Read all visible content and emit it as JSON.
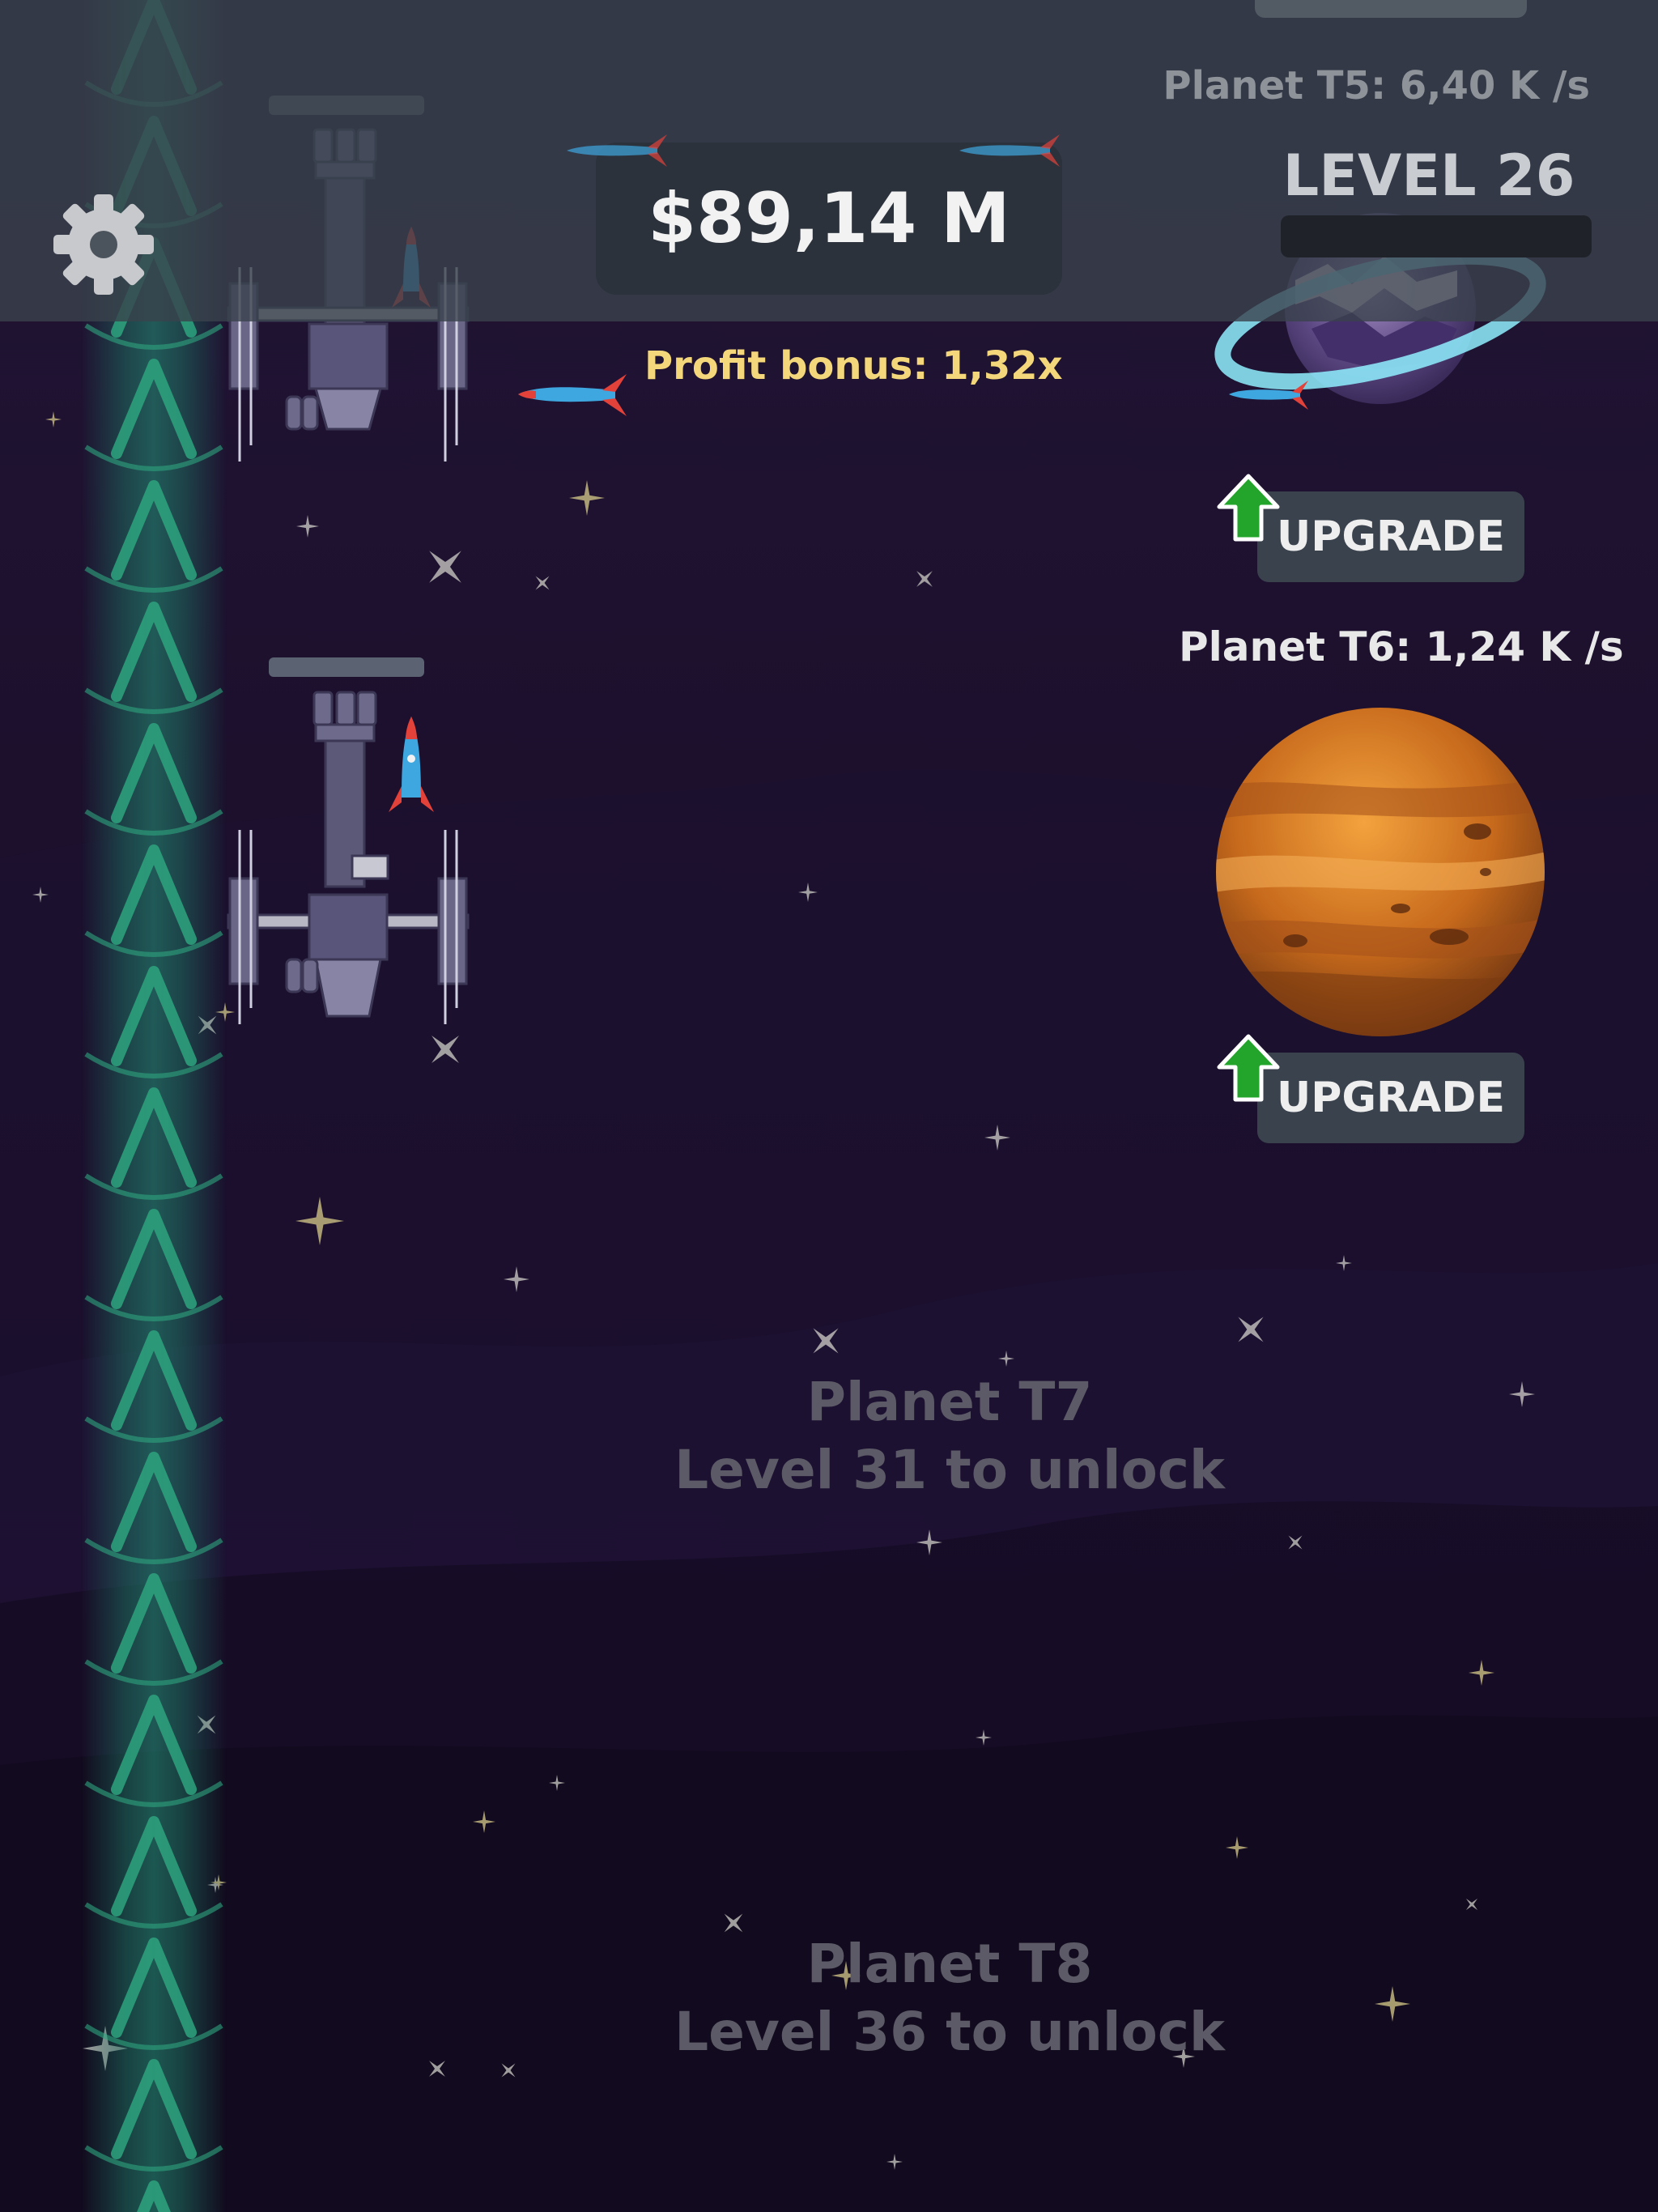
{
  "header": {
    "money": "$89,14 M",
    "level": "LEVEL 26",
    "planet_t5_rate": "Planet T5:  6,40 K /s"
  },
  "bonus": {
    "profit_bonus": "Profit bonus: 1,32x"
  },
  "planets": {
    "t5": {
      "upgrade_label": "UPGRADE"
    },
    "t6": {
      "rate": "Planet T6:  1,24 K /s",
      "upgrade_label": "UPGRADE"
    }
  },
  "locked": {
    "t7": {
      "name": "Planet T7",
      "requirement": "Level 31 to unlock"
    },
    "t8": {
      "name": "Planet T8",
      "requirement": "Level 36 to unlock"
    }
  },
  "icons": {
    "settings": "gear-icon",
    "upgrade": "green-up-arrow-icon"
  },
  "colors": {
    "background": "#1c102d",
    "header": "#3a424c",
    "profit_bonus": "#f3d77a",
    "upgrade_arrow": "#22a52a",
    "beam": "#2e8c78"
  }
}
